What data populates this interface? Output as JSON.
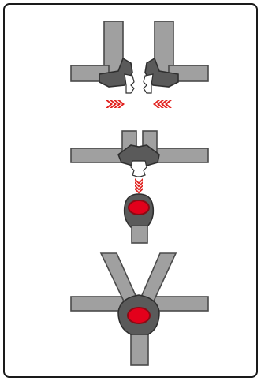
{
  "diagram": {
    "steps": [
      {
        "id": "align-buckle-tongues",
        "arrow_directions": [
          "right",
          "left"
        ]
      },
      {
        "id": "join-tongues-insert-downward",
        "arrow_directions": [
          "down"
        ]
      },
      {
        "id": "buckle-fastened",
        "arrow_directions": []
      }
    ]
  },
  "colors": {
    "border": "#1a1a1a",
    "strap_fill": "#a0a0a0",
    "strap_stroke": "#4a4a4a",
    "clip_fill": "#5a5a5a",
    "clip_dark": "#2f2f2f",
    "tongue_fill": "#ffffff",
    "button_red": "#e3001b",
    "button_ring": "#8a0a14",
    "arrow_red": "#e1221f"
  },
  "icons": [
    "harness-strap-icon",
    "buckle-tongue-icon",
    "buckle-clasp-icon",
    "push-arrow-icon"
  ]
}
